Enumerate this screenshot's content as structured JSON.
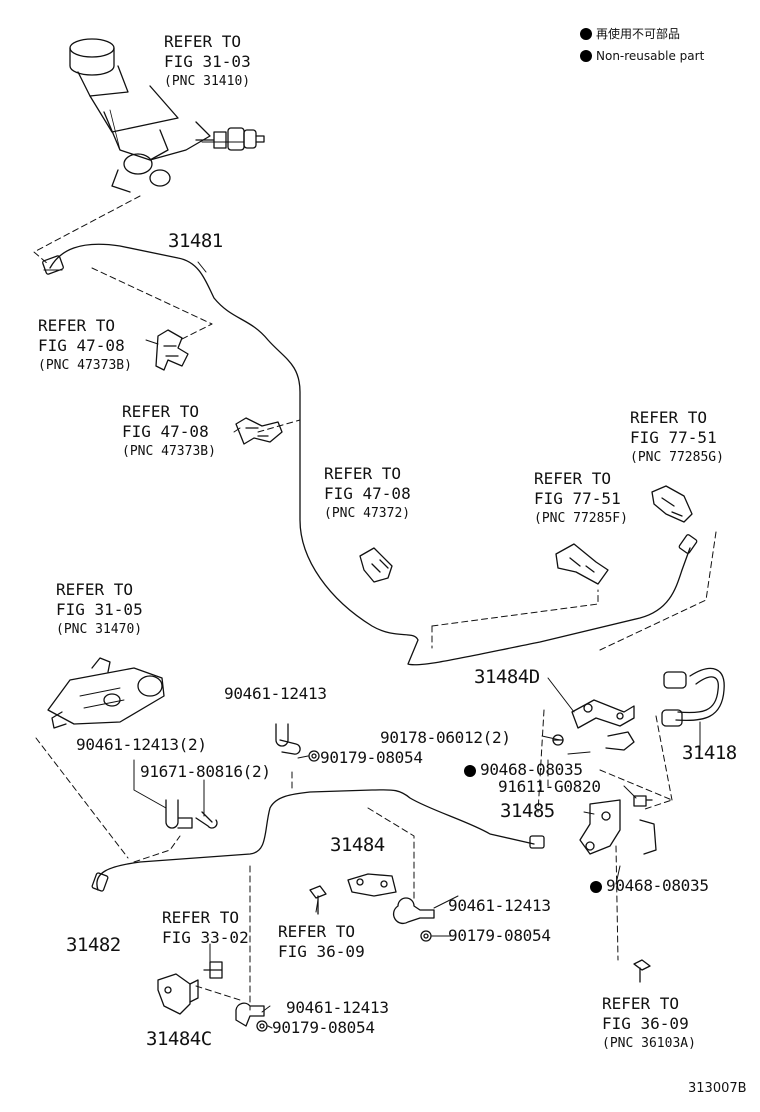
{
  "legend": {
    "jp": "再使用不可部品",
    "en": "Non-reusable part"
  },
  "refs": {
    "r1": {
      "l1": "REFER TO",
      "l2": "FIG 31-03",
      "l3": "(PNC 31410)"
    },
    "r2": {
      "l1": "REFER TO",
      "l2": "FIG 47-08",
      "l3": "(PNC 47373B)"
    },
    "r3": {
      "l1": "REFER TO",
      "l2": "FIG 47-08",
      "l3": "(PNC 47373B)"
    },
    "r4": {
      "l1": "REFER TO",
      "l2": "FIG 47-08",
      "l3": "(PNC 47372)"
    },
    "r5": {
      "l1": "REFER TO",
      "l2": "FIG 77-51",
      "l3": "(PNC 77285F)"
    },
    "r6": {
      "l1": "REFER TO",
      "l2": "FIG 77-51",
      "l3": "(PNC 77285G)"
    },
    "r7": {
      "l1": "REFER TO",
      "l2": "FIG 31-05",
      "l3": "(PNC 31470)"
    },
    "r8": {
      "l1": "REFER TO",
      "l2": "FIG 33-02"
    },
    "r9": {
      "l1": "REFER TO",
      "l2": "FIG 36-09"
    },
    "r10": {
      "l1": "REFER TO",
      "l2": "FIG 36-09",
      "l3": "(PNC 36103A)"
    }
  },
  "parts": {
    "p31481": "31481",
    "p31484D": "31484D",
    "p31418": "31418",
    "p31485": "31485",
    "p31484": "31484",
    "p31482": "31482",
    "p31484C": "31484C",
    "p90461a": "90461-12413",
    "p90461b": "90461-12413(2)",
    "p91671": "91671-80816(2)",
    "p90179a": "90179-08054",
    "p90178": "90178-06012(2)",
    "p90468a": "90468-08035",
    "p91611": "91611-G0820",
    "p90468b": "90468-08035",
    "p90461c": "90461-12413",
    "p90179b": "90179-08054",
    "p90461d": "90461-12413",
    "p90179c": "90179-08054"
  },
  "figure_code": "313007B"
}
